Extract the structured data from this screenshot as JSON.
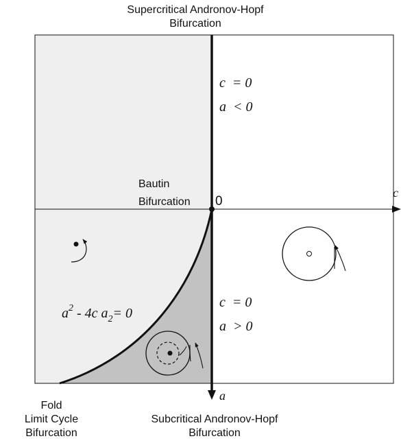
{
  "labels": {
    "top_title_line1": "Supercritical Andronov-Hopf",
    "top_title_line2": "Bifurcation",
    "bottom_title_line1": "Subcritical Andronov-Hopf",
    "bottom_title_line2": "Bifurcation",
    "fold_line1": "Fold",
    "fold_line2": "Limit Cycle",
    "fold_line3": "Bifurcation",
    "bautin_line1": "Bautin",
    "bautin_line2": "Bifurcation",
    "origin": "0",
    "axis_c": "c",
    "axis_a": "a"
  },
  "conditions": {
    "upper": {
      "line1_var": "c",
      "line1_op": "= 0",
      "line2_var": "a",
      "line2_op": "< 0"
    },
    "lower": {
      "line1_var": "c",
      "line1_op": "= 0",
      "line2_var": "a",
      "line2_op": "> 0"
    }
  },
  "curve_equation": {
    "a": "a",
    "exp": "2",
    "middle": " - 4c a",
    "sub": "2",
    "rhs": "= 0"
  },
  "colors": {
    "left_region": "#efefef",
    "cusp_region": "#c2c2c2",
    "axis": "#111111"
  }
}
